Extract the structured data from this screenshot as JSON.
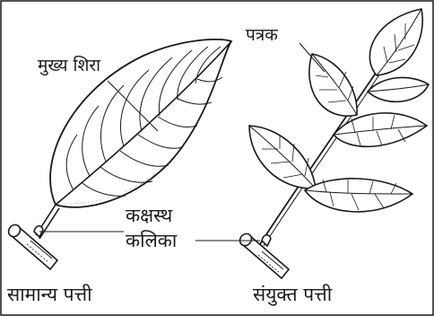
{
  "labels": {
    "midrib": "मुख्य शिरा",
    "leaflet": "पत्रक",
    "axillary_bud_line1": "कक्षस्थ",
    "axillary_bud_line2": "कलिका",
    "simple_leaf": "सामान्य पत्ती",
    "compound_leaf": "संयुक्त पत्ती"
  },
  "colors": {
    "ink": "#1a1a1a",
    "background": "#ffffff"
  }
}
